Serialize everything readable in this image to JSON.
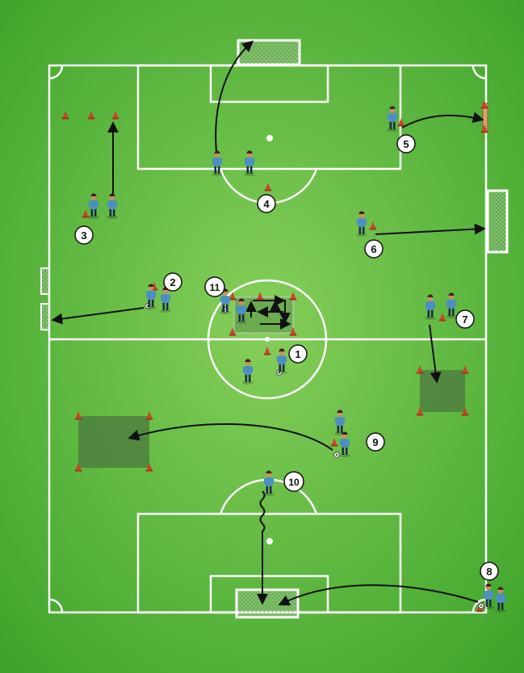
{
  "colors": {
    "turf_light": "#86cf5a",
    "turf_dark": "#3ea42b",
    "line": "#ffffff",
    "zone": "#4f7f3f",
    "cone": "#c8462c",
    "player_shirt": "#4d8fc0",
    "player_shorts": "#1c2a46",
    "arrow": "#111111",
    "badge_fill": "#ffffff",
    "badge_stroke": "#111111"
  },
  "stations": [
    {
      "id": "station-1",
      "number": "1"
    },
    {
      "id": "station-2",
      "number": "2"
    },
    {
      "id": "station-3",
      "number": "3"
    },
    {
      "id": "station-4",
      "number": "4"
    },
    {
      "id": "station-5",
      "number": "5"
    },
    {
      "id": "station-6",
      "number": "6"
    },
    {
      "id": "station-7",
      "number": "7"
    },
    {
      "id": "station-8",
      "number": "8"
    },
    {
      "id": "station-9",
      "number": "9"
    },
    {
      "id": "station-10",
      "number": "10"
    },
    {
      "id": "station-11",
      "number": "11"
    }
  ]
}
